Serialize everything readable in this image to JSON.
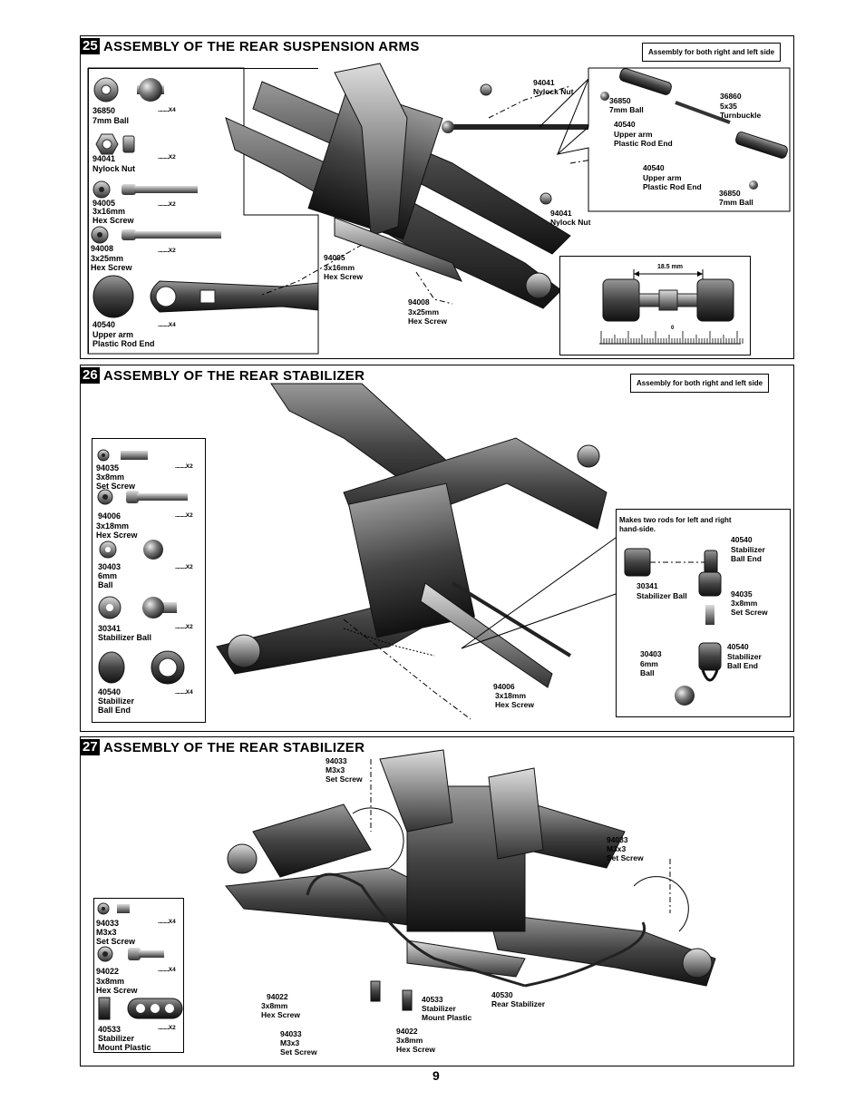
{
  "sections": [
    {
      "number": "25",
      "title": "ASSEMBLY OF THE REAR SUSPENSION ARMS",
      "note": "Assembly for both right and left side",
      "parts": [
        {
          "code": "36850",
          "name": "7mm Ball",
          "qty": "X4"
        },
        {
          "code": "94041",
          "name": "Nylock Nut",
          "qty": "X2"
        },
        {
          "code": "94005",
          "name": "3x16mm",
          "name2": "Hex Screw",
          "qty": "X2"
        },
        {
          "code": "94008",
          "name": "3x25mm",
          "name2": "Hex Screw",
          "qty": "X2"
        },
        {
          "code": "40540",
          "name": "Upper arm",
          "name2": "Plastic Rod End",
          "qty": "X4"
        }
      ],
      "callouts": {
        "nut_top": {
          "code": "94041",
          "name": "Nylock Nut"
        },
        "nut_mid": {
          "code": "94041",
          "name": "Nylock Nut"
        },
        "screw_a": {
          "code": "94005",
          "name": "3x16mm",
          "name2": "Hex Screw"
        },
        "screw_b": {
          "code": "94008",
          "name": "3x25mm",
          "name2": "Hex Screw"
        }
      },
      "detail": {
        "ball_a": {
          "code": "36850",
          "name": "7mm Ball"
        },
        "rod_a": {
          "code": "40540",
          "name": "Upper arm",
          "name2": "Plastic Rod End"
        },
        "turnbuckle": {
          "code": "36860",
          "name": "5x35",
          "name2": "Turnbuckle"
        },
        "rod_b": {
          "code": "40540",
          "name": "Upper arm",
          "name2": "Plastic Rod End"
        },
        "ball_b": {
          "code": "36850",
          "name": "7mm Ball"
        }
      },
      "gauge": {
        "measure": "18.5 mm",
        "zero": "0"
      }
    },
    {
      "number": "26",
      "title": "ASSEMBLY OF THE REAR STABILIZER",
      "note": "Assembly for both right and left side",
      "parts": [
        {
          "code": "94035",
          "name": "3x8mm",
          "name2": "Set Screw",
          "qty": "X2"
        },
        {
          "code": "94006",
          "name": "3x18mm",
          "name2": "Hex Screw",
          "qty": "X2"
        },
        {
          "code": "30403",
          "name": "6mm",
          "name2": "Ball",
          "qty": "X2"
        },
        {
          "code": "30341",
          "name": "Stabilizer Ball",
          "qty": "X2"
        },
        {
          "code": "40540",
          "name": "Stabilizer",
          "name2": "Ball End",
          "qty": "X4"
        }
      ],
      "callouts": {
        "screw": {
          "code": "94006",
          "name": "3x18mm",
          "name2": "Hex Screw"
        }
      },
      "detail": {
        "note": "Makes two rods for left and right",
        "note2": "hand-side.",
        "stab_ball": {
          "code": "30341",
          "name": "Stabilizer Ball"
        },
        "ball_end_a": {
          "code": "40540",
          "name": "Stabilizer",
          "name2": "Ball End"
        },
        "set_screw": {
          "code": "94035",
          "name": "3x8mm",
          "name2": "Set Screw"
        },
        "ball": {
          "code": "30403",
          "name": "6mm",
          "name2": "Ball"
        },
        "ball_end_b": {
          "code": "40540",
          "name": "Stabilizer",
          "name2": "Ball End"
        }
      }
    },
    {
      "number": "27",
      "title": "ASSEMBLY OF THE REAR STABILIZER",
      "parts": [
        {
          "code": "94033",
          "name": "M3x3",
          "name2": "Set Screw",
          "qty": "X4"
        },
        {
          "code": "94022",
          "name": "3x8mm",
          "name2": "Hex Screw",
          "qty": "X4"
        },
        {
          "code": "40533",
          "name": "Stabilizer",
          "name2": "Mount Plastic",
          "qty": "X2"
        }
      ],
      "callouts": {
        "set_top": {
          "code": "94033",
          "name": "M3x3",
          "name2": "Set Screw"
        },
        "set_right": {
          "code": "94033",
          "name": "M3x3",
          "name2": "Set Screw"
        },
        "hex_left": {
          "code": "94022",
          "name": "3x8mm",
          "name2": "Hex Screw"
        },
        "mount": {
          "code": "40533",
          "name": "Stabilizer",
          "name2": "Mount Plastic"
        },
        "stabilizer": {
          "code": "40530",
          "name": "Rear Stabilizer"
        },
        "set_bottom": {
          "code": "94033",
          "name": "M3x3",
          "name2": "Set Screw"
        },
        "hex_bottom": {
          "code": "94022",
          "name": "3x8mm",
          "name2": "Hex Screw"
        }
      }
    }
  ],
  "page_number": "9"
}
